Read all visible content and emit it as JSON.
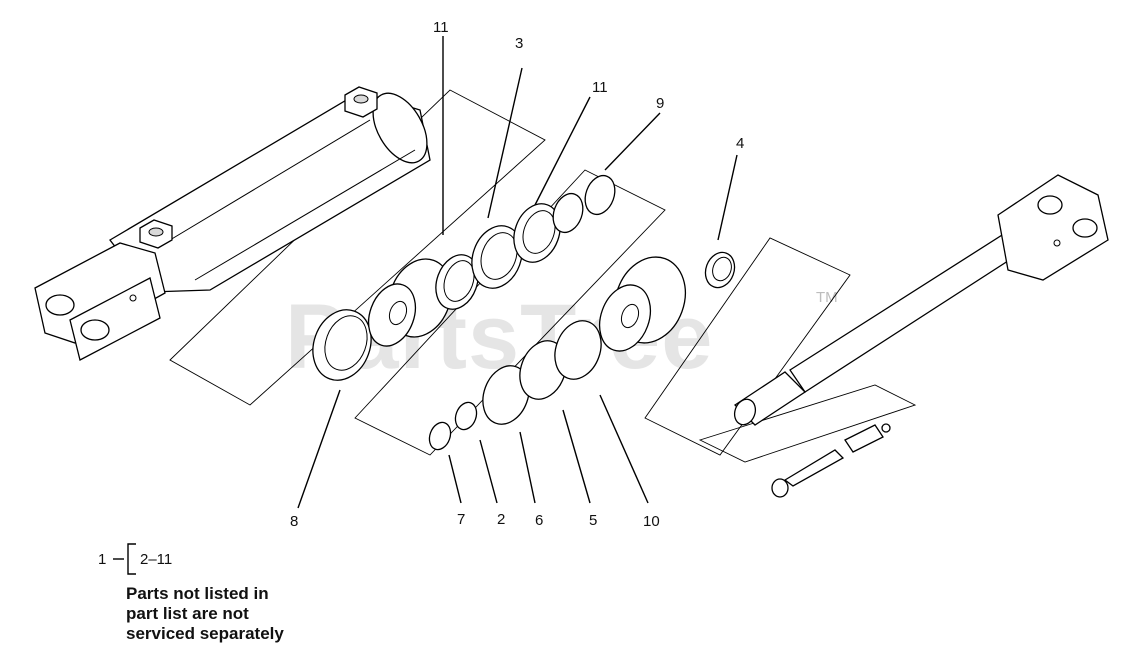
{
  "watermark": {
    "text": "PartsTree",
    "tm": "TM"
  },
  "callouts": [
    {
      "id": "11a",
      "label": "11"
    },
    {
      "id": "3",
      "label": "3"
    },
    {
      "id": "11b",
      "label": "11"
    },
    {
      "id": "9",
      "label": "9"
    },
    {
      "id": "4",
      "label": "4"
    },
    {
      "id": "8",
      "label": "8"
    },
    {
      "id": "7",
      "label": "7"
    },
    {
      "id": "2",
      "label": "2"
    },
    {
      "id": "6",
      "label": "6"
    },
    {
      "id": "5",
      "label": "5"
    },
    {
      "id": "10",
      "label": "10"
    }
  ],
  "legend": {
    "parent": "1",
    "range": "2–11"
  },
  "note": {
    "lines": [
      "Parts not listed in",
      "part list are not",
      "serviced separately"
    ]
  }
}
